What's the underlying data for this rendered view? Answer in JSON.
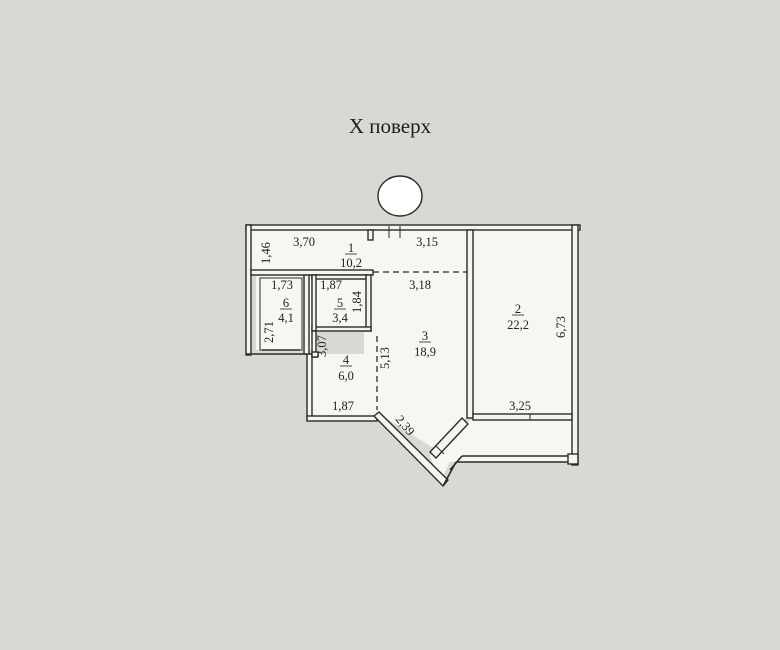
{
  "title": "X поверх",
  "rooms": [
    {
      "number": "1",
      "area": "10,2"
    },
    {
      "number": "2",
      "area": "22,2"
    },
    {
      "number": "3",
      "area": "18,9"
    },
    {
      "number": "4",
      "area": "6,0"
    },
    {
      "number": "5",
      "area": "3,4"
    },
    {
      "number": "6",
      "area": "4,1"
    }
  ],
  "dimensions": {
    "d_370": "3,70",
    "d_315": "3,15",
    "d_146": "1,46",
    "d_318": "3,18",
    "d_173": "1,73",
    "d_187_top": "1,87",
    "d_184": "1,84",
    "d_271": "2,71",
    "d_307": "3,07",
    "d_513": "5,13",
    "d_187_bottom": "1,87",
    "d_239": "2,39",
    "d_325": "3,25",
    "d_673": "6,73"
  }
}
